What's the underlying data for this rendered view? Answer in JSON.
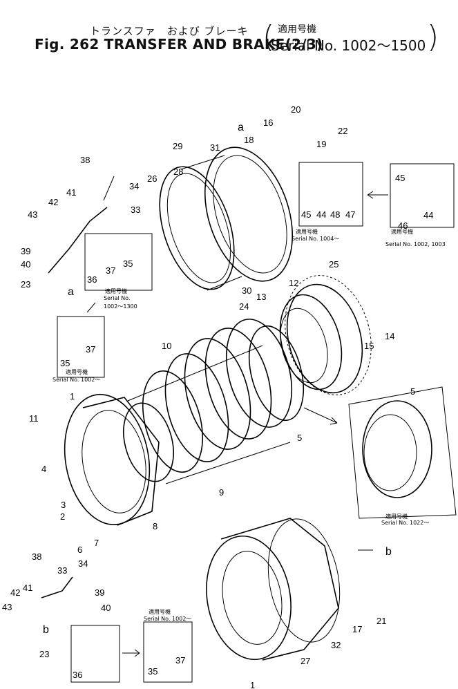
{
  "header": {
    "title_jp": "トランスファ　および ブレーキ",
    "title_en": "Fig. 262 TRANSFER AND BRAKE(2/3)",
    "serial_jp": "適用号機",
    "serial_en": "Serial No. 1002～1500"
  },
  "notes": {
    "n1": {
      "jp": "適用号機",
      "en": "Serial No. 1004～"
    },
    "n2": {
      "jp": "適用号機",
      "en": "Serial No. 1002, 1003"
    },
    "n3": {
      "jp": "適用号機",
      "en": "Serial No.",
      "en2": "1002～1300"
    },
    "n4": {
      "jp": "適用号機",
      "en": "Serial No. 1002～"
    },
    "n5": {
      "jp": "適用号機",
      "en": "Serial No. 1022～"
    },
    "n6": {
      "jp": "適用号機",
      "en": "Serial No. 1002～"
    }
  },
  "callouts": {
    "c1a": "1",
    "c1b": "1",
    "c2": "2",
    "c3": "3",
    "c4": "4",
    "c5a": "5",
    "c5b": "5",
    "c6": "6",
    "c7": "7",
    "c8": "8",
    "c9": "9",
    "c10": "10",
    "c11": "11",
    "c12": "12",
    "c13": "13",
    "c14": "14",
    "c15": "15",
    "c16": "16",
    "c17": "17",
    "c18": "18",
    "c19": "19",
    "c20": "20",
    "c21": "21",
    "c22": "22",
    "c23a": "23",
    "c23b": "23",
    "c24": "24",
    "c25": "25",
    "c26": "26",
    "c27": "27",
    "c28": "28",
    "c29": "29",
    "c30": "30",
    "c31": "31",
    "c32": "32",
    "c33a": "33",
    "c33b": "33",
    "c34a": "34",
    "c34b": "34",
    "c35a": "35",
    "c35b": "35",
    "c35c": "35",
    "c36a": "36",
    "c36b": "36",
    "c37a": "37",
    "c37b": "37",
    "c37c": "37",
    "c38a": "38",
    "c38b": "38",
    "c39a": "39",
    "c39b": "39",
    "c40a": "40",
    "c40b": "40",
    "c41a": "41",
    "c41b": "41",
    "c42a": "42",
    "c42b": "42",
    "c43a": "43",
    "c43b": "43",
    "c44a": "44",
    "c44b": "44",
    "c45a": "45",
    "c45b": "45",
    "c46": "46",
    "c47": "47",
    "c48": "48",
    "ref_a1": "a",
    "ref_a2": "a",
    "ref_b1": "b",
    "ref_b2": "b"
  }
}
